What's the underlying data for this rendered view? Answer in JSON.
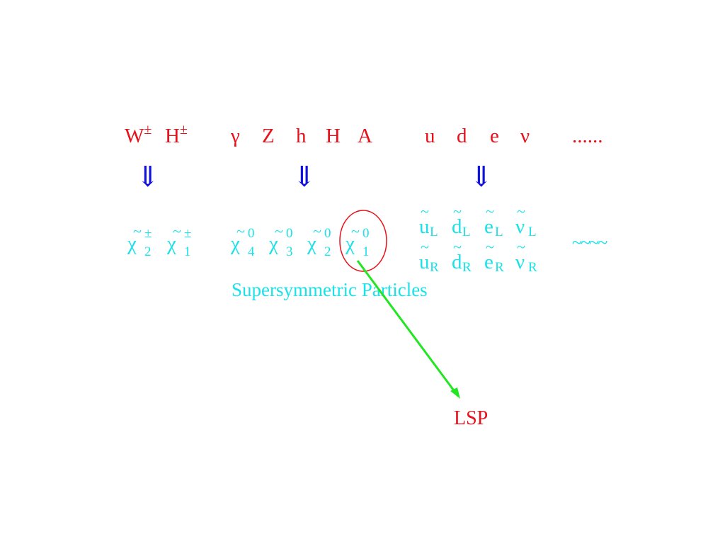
{
  "standard": {
    "w": "W",
    "h": "H",
    "pm": "±",
    "gamma": "γ",
    "z": "Z",
    "hsmall": "h",
    "hbig": "H",
    "a": "A",
    "u": "u",
    "d": "d",
    "e": "e",
    "nu": "ν",
    "dots": "......"
  },
  "arrows": {
    "symbol": "⇓"
  },
  "susy": {
    "chi": "χ",
    "tilde": "~",
    "pm": "±",
    "zero": "0",
    "sub2": "2",
    "sub1": "1",
    "sub4": "4",
    "sub3": "3",
    "u": "u",
    "d": "d",
    "e": "e",
    "nu": "ν",
    "L": "L",
    "R": "R",
    "wavy": "~~~~",
    "caption": "Supersymmetric Particles"
  },
  "lsp": {
    "label": "LSP"
  },
  "colors": {
    "standard": "#e8101a",
    "arrows": "#1010e0",
    "susy": "#19e2e8",
    "lsp_arrow": "#22e622",
    "circle": "#e8101a"
  }
}
